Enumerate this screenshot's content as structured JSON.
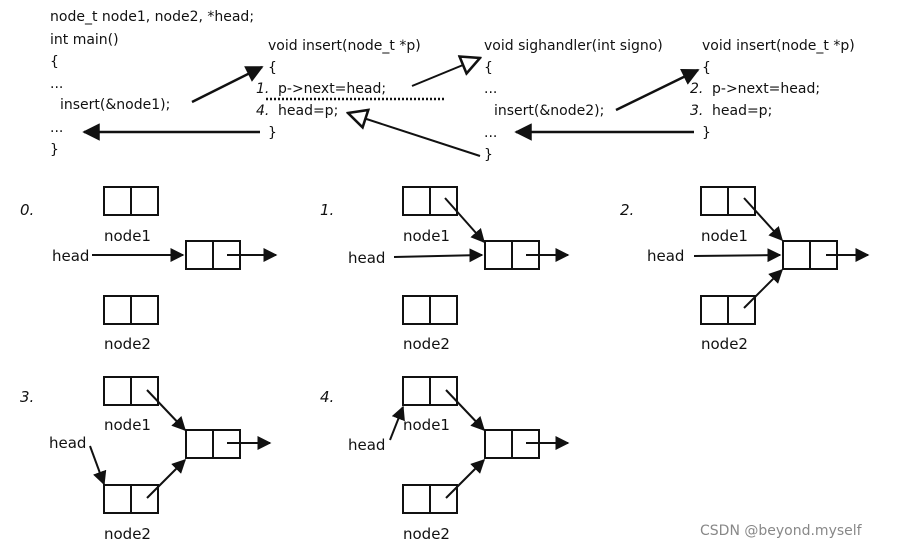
{
  "code": {
    "main": {
      "line1": "node_t node1, node2, *head;",
      "line2": "int main()",
      "line3": "{",
      "line4": "...",
      "line5": "insert(&node1);",
      "line6": "...",
      "line7": "}"
    },
    "insert1": {
      "sig": "void insert(node_t *p)",
      "open": "{",
      "step1_num": "1.",
      "step1": "p->next=head;",
      "step4_num": "4.",
      "step4": "head=p;",
      "close": "}"
    },
    "sighandler": {
      "sig": "void sighandler(int signo)",
      "open": "{",
      "dots1": "...",
      "call": "insert(&node2);",
      "dots2": "...",
      "close": "}"
    },
    "insert2": {
      "sig": "void insert(node_t *p)",
      "open": "{",
      "step2_num": "2.",
      "step2": "p->next=head;",
      "step3_num": "3.",
      "step3": "head=p;",
      "close": "}"
    }
  },
  "diagram": {
    "steps": [
      {
        "num": "0.",
        "node1": "node1",
        "node2": "node2",
        "head": "head"
      },
      {
        "num": "1.",
        "node1": "node1",
        "node2": "node2",
        "head": "head"
      },
      {
        "num": "2.",
        "node1": "node1",
        "node2": "node2",
        "head": "head"
      },
      {
        "num": "3.",
        "node1": "node1",
        "node2": "node2",
        "head": "head"
      },
      {
        "num": "4.",
        "node1": "node1",
        "node2": "node2",
        "head": "head"
      }
    ]
  },
  "watermark": "CSDN @beyond.myself"
}
